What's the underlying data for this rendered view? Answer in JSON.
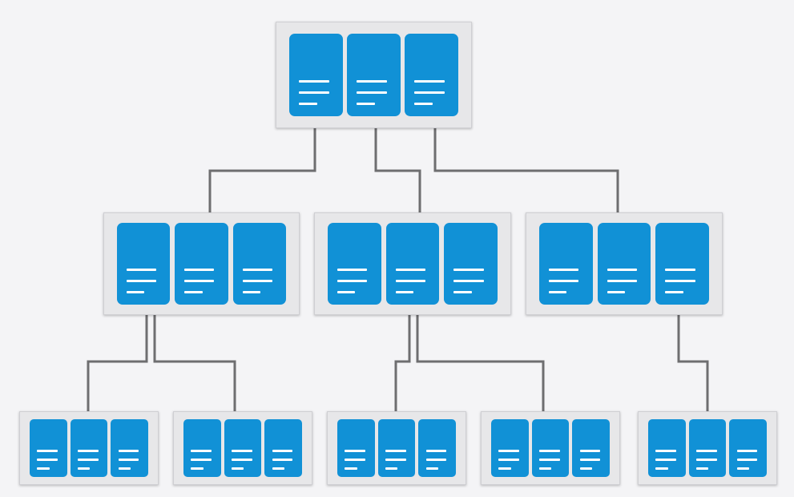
{
  "diagram": {
    "type": "b-tree",
    "levels": [
      {
        "level": 0,
        "nodes": [
          {
            "id": "root",
            "keys": 3
          }
        ]
      },
      {
        "level": 1,
        "nodes": [
          {
            "id": "l1-a",
            "keys": 3,
            "parent": "root",
            "parent_key": 0
          },
          {
            "id": "l1-b",
            "keys": 3,
            "parent": "root",
            "parent_key": 1
          },
          {
            "id": "l1-c",
            "keys": 3,
            "parent": "root",
            "parent_key": 2
          }
        ]
      },
      {
        "level": 2,
        "nodes": [
          {
            "id": "l2-a",
            "keys": 3,
            "parent": "l1-a",
            "parent_key": 0
          },
          {
            "id": "l2-b",
            "keys": 3,
            "parent": "l1-a",
            "parent_key": 0
          },
          {
            "id": "l2-c",
            "keys": 3,
            "parent": "l1-b",
            "parent_key": 1
          },
          {
            "id": "l2-d",
            "keys": 3,
            "parent": "l1-b",
            "parent_key": 1
          },
          {
            "id": "l2-e",
            "keys": 3,
            "parent": "l1-c",
            "parent_key": 2
          }
        ]
      }
    ],
    "colors": {
      "background": "#f4f4f6",
      "node_panel": "#e7e7e9",
      "key_fill": "#1191d6",
      "key_lines": "#ffffff",
      "connector": "#6e6e70"
    }
  }
}
